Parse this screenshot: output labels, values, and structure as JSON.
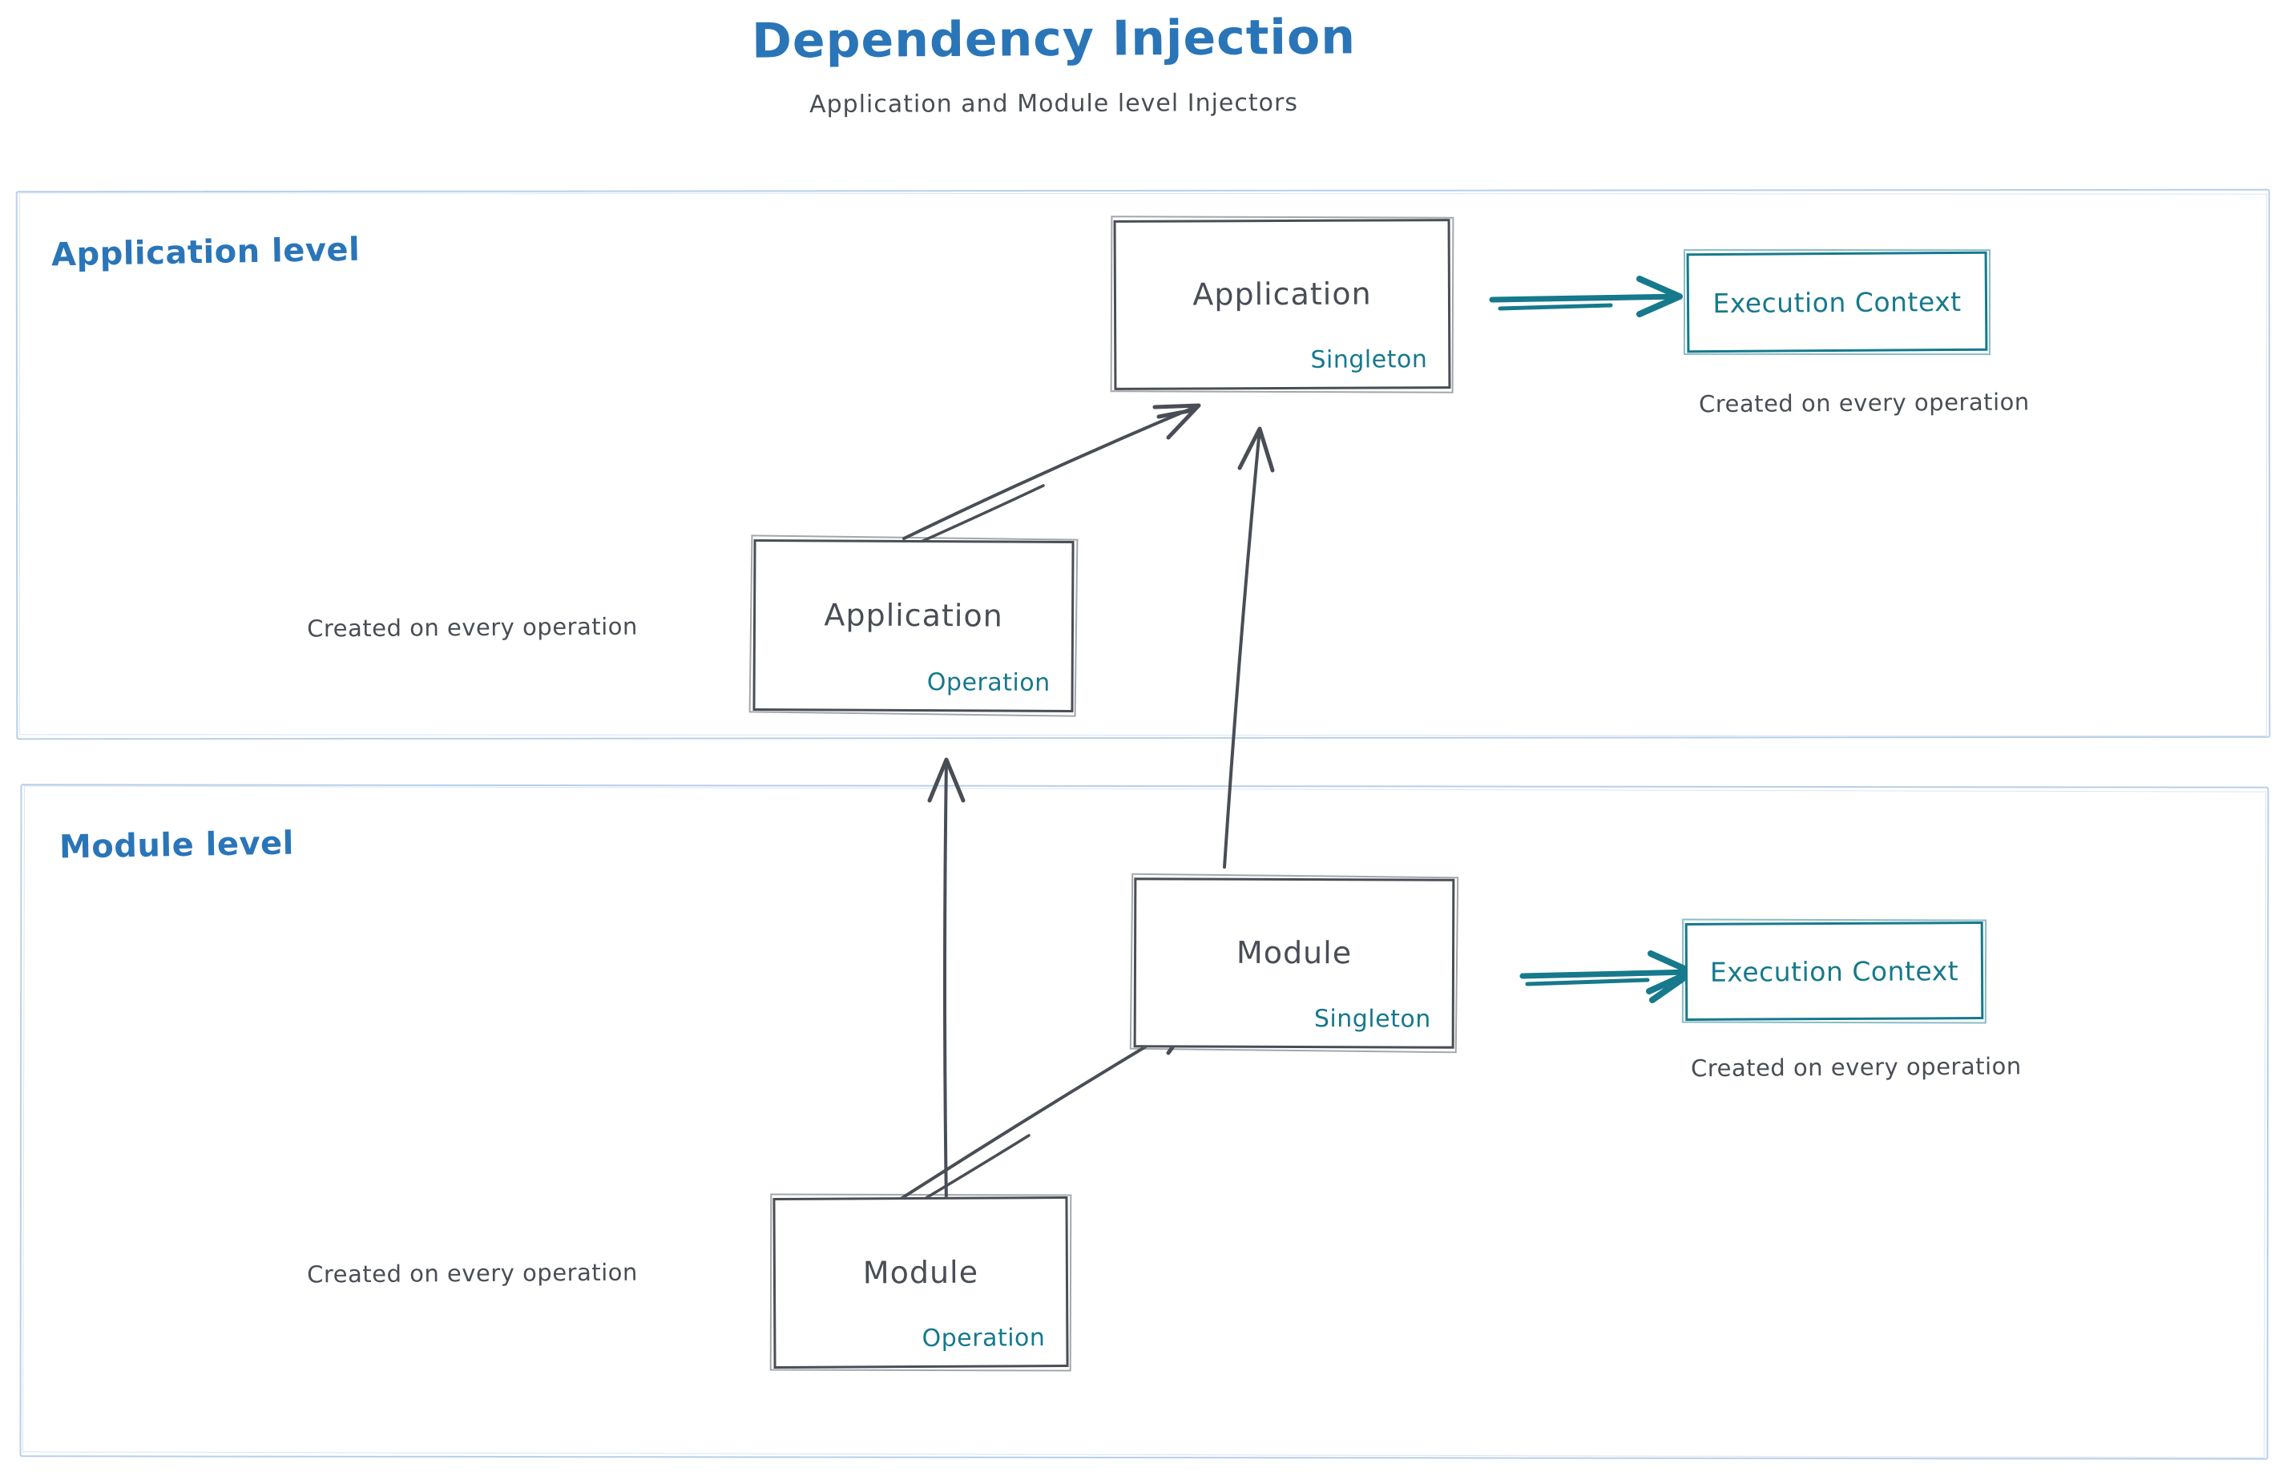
{
  "colors": {
    "blue": "#2a75b8",
    "ink": "#494e56",
    "teal": "#16798c",
    "frame": "#b9cfe9",
    "bg": "#ffffff"
  },
  "header": {
    "title": "Dependency Injection",
    "subtitle": "Application and Module level Injectors"
  },
  "sections": {
    "application": {
      "label": "Application level",
      "singleton_box": {
        "title": "Application",
        "tag": "Singleton"
      },
      "operation_box": {
        "title": "Application",
        "tag": "Operation"
      },
      "operation_note": "Created on every operation",
      "execution_context": {
        "label": "Execution Context",
        "note": "Created on every operation"
      }
    },
    "module": {
      "label": "Module level",
      "singleton_box": {
        "title": "Module",
        "tag": "Singleton"
      },
      "operation_box": {
        "title": "Module",
        "tag": "Operation"
      },
      "operation_note": "Created on every operation",
      "execution_context": {
        "label": "Execution Context",
        "note": "Created on every operation"
      }
    }
  }
}
